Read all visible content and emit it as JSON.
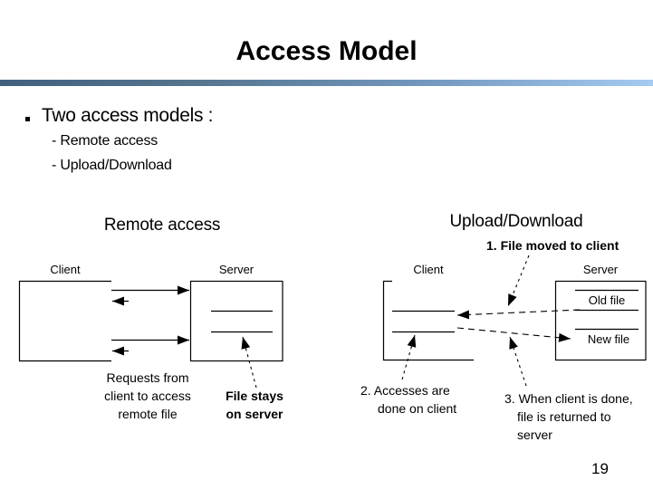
{
  "slide": {
    "title": "Access Model",
    "page_number": "19"
  },
  "bullet_list": {
    "heading": "Two access models :",
    "items": [
      {
        "label": "- Remote access"
      },
      {
        "label": "- Upload/Download"
      }
    ]
  },
  "remote_access": {
    "title": "Remote access",
    "client_label": "Client",
    "server_label": "Server",
    "requests_caption": "Requests from\nclient to access\nremote file",
    "file_stays_caption": "File stays\non server"
  },
  "upload_download": {
    "title": "Upload/Download",
    "client_label": "Client",
    "server_label": "Server",
    "old_file_label": "Old file",
    "new_file_label": "New file",
    "step1_caption": "1. File moved to client",
    "step2_caption": "2. Accesses are\ndone on client",
    "step3_caption": "3. When client is done,\nfile is returned to\nserver"
  },
  "colors": {
    "background": "#ffffff",
    "text": "#000000",
    "diagram_stroke": "#000000",
    "accent_bar_left": "#42607e",
    "accent_bar_mid": "#7397bd",
    "accent_bar_right": "#a6cbf0"
  }
}
